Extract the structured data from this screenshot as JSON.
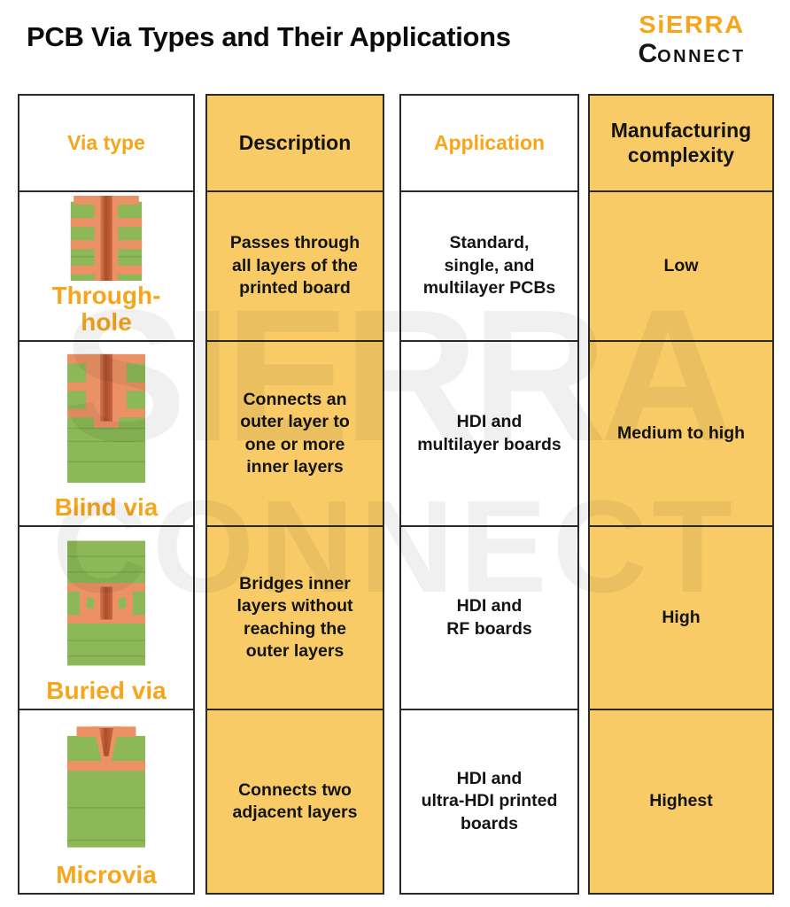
{
  "page": {
    "title": "PCB Via Types and Their Applications",
    "logo": {
      "line1": "SiERRA",
      "line2_initial": "C",
      "line2_rest": "ONNECT"
    },
    "watermark": {
      "line1": "SIERRA",
      "line2": "CONNECT"
    }
  },
  "colors": {
    "accent_orange_text": "#F6A61B",
    "cell_orange_bg": "#F8CB66",
    "pcb_green": "#8CB857",
    "pcb_green_line": "#79A449",
    "copper": "#EB9165",
    "copper_core_dark": "#AD4E2B",
    "border_dark": "#2A2A2A",
    "text_black": "#141414"
  },
  "table": {
    "columns": [
      {
        "label": "Via type"
      },
      {
        "label": "Description"
      },
      {
        "label": "Application"
      },
      {
        "label": "Manufacturing\ncomplexity"
      }
    ],
    "rows": [
      {
        "via_type": "Through-hole",
        "illustration": "through-hole-via-cross-section",
        "description": "Passes through\nall layers of the\nprinted board",
        "application": "Standard,\nsingle, and\nmultilayer PCBs",
        "complexity": "Low"
      },
      {
        "via_type": "Blind via",
        "illustration": "blind-via-cross-section",
        "description": "Connects an\nouter layer to\none or more\ninner layers",
        "application": "HDI and\nmultilayer boards",
        "complexity": "Medium to high"
      },
      {
        "via_type": "Buried via",
        "illustration": "buried-via-cross-section",
        "description": "Bridges inner\nlayers without\nreaching the\nouter layers",
        "application": "HDI and\nRF boards",
        "complexity": "High"
      },
      {
        "via_type": "Microvia",
        "illustration": "microvia-cross-section",
        "description": "Connects two\nadjacent layers",
        "application": "HDI and\nultra-HDI printed\nboards",
        "complexity": "Highest"
      }
    ]
  }
}
